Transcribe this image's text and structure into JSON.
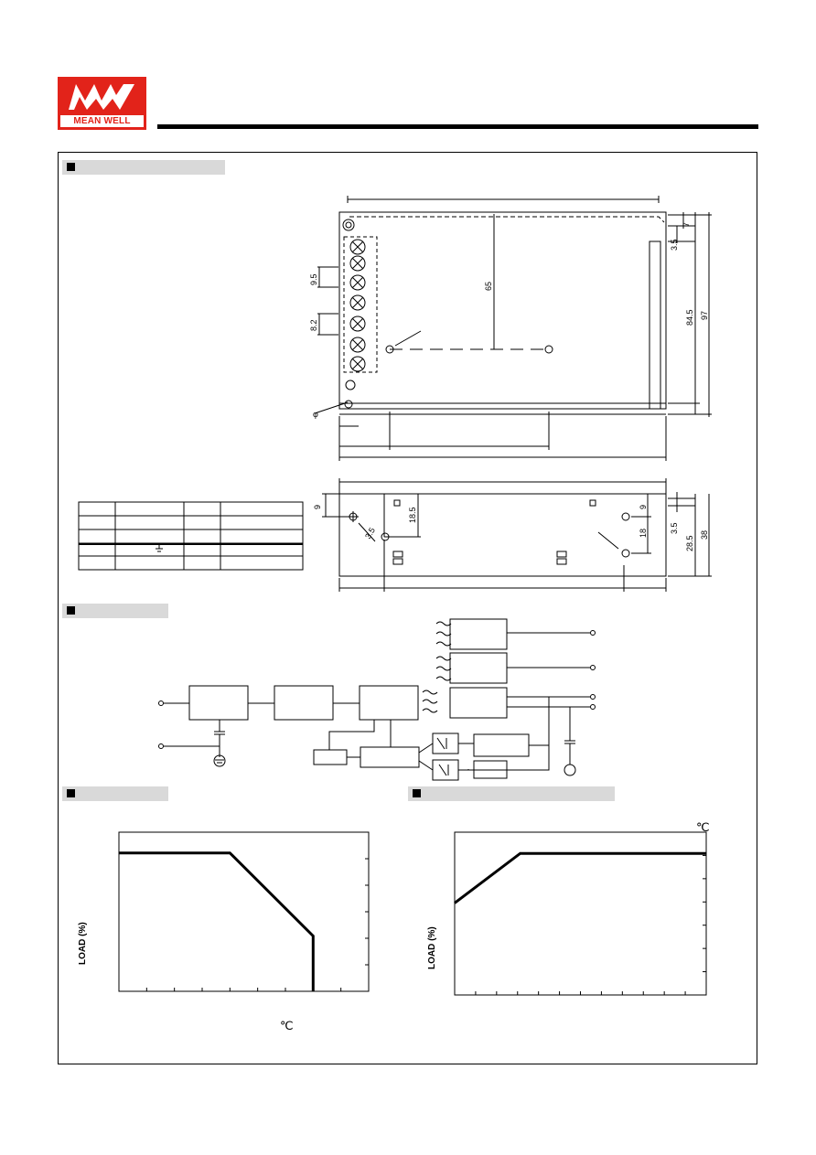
{
  "logo": {
    "mark": "MW",
    "brand_text": "MEAN WELL",
    "colors": {
      "background": "#e2231a",
      "text": "#ffffff"
    }
  },
  "mechanical": {
    "top_view_dims": [
      "7",
      "3.5",
      "65",
      "84.5",
      "97",
      "9.5",
      "8.2"
    ],
    "side_view_dims": [
      "9",
      "18.5",
      "3.5",
      "9",
      "18",
      "3.5",
      "28.5",
      "38"
    ],
    "symbol_diameter": "φ",
    "earth_symbol": "⏚"
  },
  "charts": {
    "derating_ylabel": "LOAD (%)",
    "derating_unit": "℃",
    "right_ylabel": "LOAD (%)",
    "right_unit": "℃"
  },
  "chart_data": [
    {
      "type": "line",
      "ylabel": "LOAD (%)",
      "xlabel": "℃",
      "grid": false,
      "series": [
        {
          "points": [
            [
              0,
              100
            ],
            [
              4,
              100
            ],
            [
              7,
              40
            ],
            [
              7,
              0
            ]
          ]
        }
      ],
      "xlim": [
        0,
        9
      ],
      "ylim": [
        0,
        115
      ]
    },
    {
      "type": "line",
      "ylabel": "LOAD (%)",
      "xlabel": "℃",
      "grid": false,
      "series": [
        {
          "points": [
            [
              0,
              65
            ],
            [
              3,
              100
            ],
            [
              11.5,
              100
            ]
          ]
        }
      ],
      "xlim": [
        0,
        11.5
      ],
      "ylim": [
        0,
        115
      ]
    }
  ]
}
